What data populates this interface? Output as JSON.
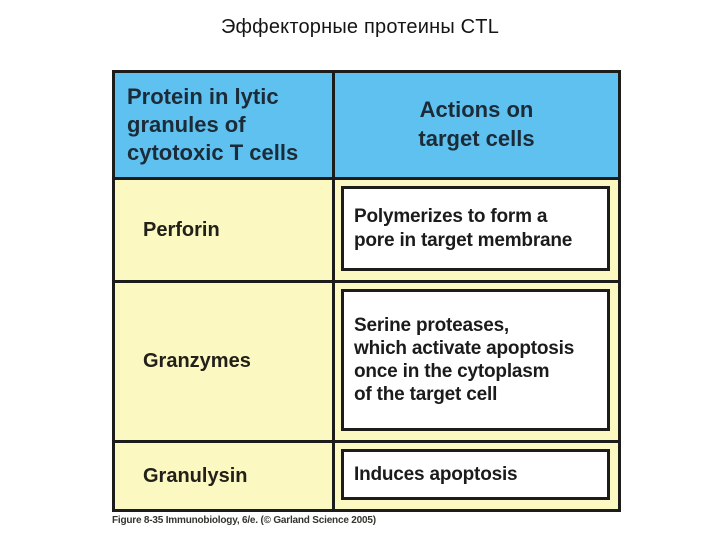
{
  "title": "Эффекторные протеины CTL",
  "table": {
    "header": {
      "left": "Protein in lytic\ngranules of\ncytotoxic T cells",
      "right": "Actions on\ntarget cells"
    },
    "rows": [
      {
        "protein": "Perforin",
        "action": "Polymerizes to form a\npore in target membrane"
      },
      {
        "protein": "Granzymes",
        "action": "Serine proteases,\nwhich activate apoptosis\nonce in the cytoplasm\nof the target cell"
      },
      {
        "protein": "Granulysin",
        "action": "Induces apoptosis"
      }
    ]
  },
  "caption": "Figure 8-35 Immunobiology, 6/e. (© Garland Science 2005)",
  "colors": {
    "header_bg": "#5ec1ef",
    "header_text": "#1c2b38",
    "cell_bg": "#fbf8c2",
    "box_bg": "#ffffff",
    "border": "#1c1c1a"
  }
}
